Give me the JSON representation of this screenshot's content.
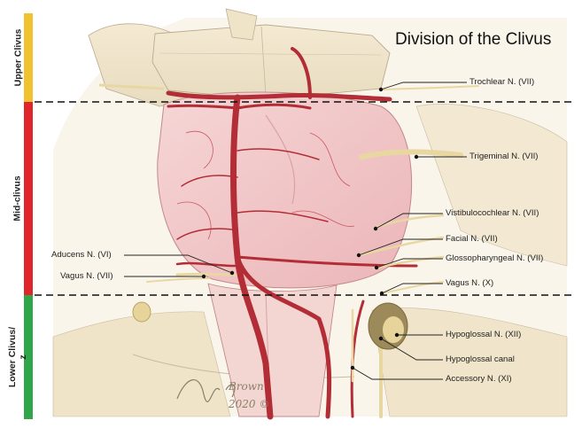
{
  "title": "Division of the Clivus",
  "zones": [
    {
      "label": "Upper Clivus",
      "color": "#f2c12e"
    },
    {
      "label": "Mid-clivus",
      "color": "#e0262b"
    },
    {
      "label": "Lower Clivus/\nz",
      "color": "#2fa64a"
    }
  ],
  "labels": {
    "trochlear": "Trochlear N. (VII)",
    "trigeminal": "Trigeminal N. (VII)",
    "vestibulocochlear": "Vistibulocochlear N. (VII)",
    "facial": "Facial N. (VII)",
    "glossopharyngeal": "Glossopharyngeal N. (VII)",
    "vagus_right": "Vagus N. (X)",
    "aducens": "Aducens N. (VI)",
    "vagus_left": "Vagus N. (VII)",
    "hypoglossal": "Hypoglossal N. (XII)",
    "hypoglossal_canal": "Hypoglossal canal",
    "accessory": "Accessory N. (XI)"
  },
  "signature": {
    "text": "A.M. Brown 2020 ©"
  },
  "colors": {
    "vessel": "#b32d36",
    "brainstem": "#f1c9c9",
    "bone": "#efe3c6",
    "divider": "#111111"
  }
}
